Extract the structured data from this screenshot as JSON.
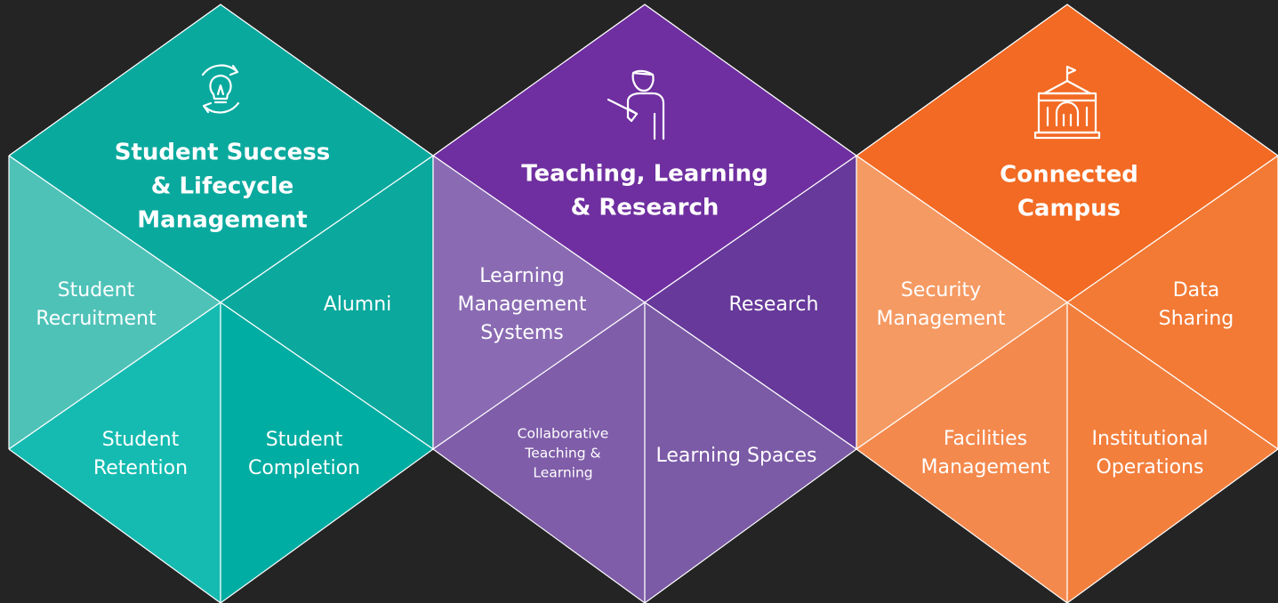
{
  "colors": {
    "background": "#242424",
    "student_success": "#0aa89d",
    "teaching_learning": "#6f2fa0",
    "connected_campus": "#f26a23"
  },
  "student_success": {
    "icon": "lightbulb-cycle-icon",
    "title": [
      "Student Success",
      "& Lifecycle",
      "Management"
    ],
    "areas": {
      "recruitment": [
        "Student",
        "Recruitment"
      ],
      "alumni": [
        "Alumni"
      ],
      "retention": [
        "Student",
        "Retention"
      ],
      "completion": [
        "Student",
        "Completion"
      ]
    }
  },
  "teaching_learning": {
    "icon": "teacher-pointer-icon",
    "title": [
      "Teaching, Learning",
      "& Research"
    ],
    "areas": {
      "lms": [
        "Learning",
        "Management",
        "Systems"
      ],
      "research": [
        "Research"
      ],
      "collaborative": [
        "Collaborative",
        "Teaching &",
        "Learning"
      ],
      "spaces": [
        "Learning Spaces"
      ]
    }
  },
  "connected_campus": {
    "icon": "campus-building-icon",
    "title": [
      "Connected",
      "Campus"
    ],
    "areas": {
      "security": [
        "Security",
        "Management"
      ],
      "data_sharing": [
        "Data",
        "Sharing"
      ],
      "facilities": [
        "Facilities",
        "Management"
      ],
      "operations": [
        "Institutional",
        "Operations"
      ]
    }
  }
}
